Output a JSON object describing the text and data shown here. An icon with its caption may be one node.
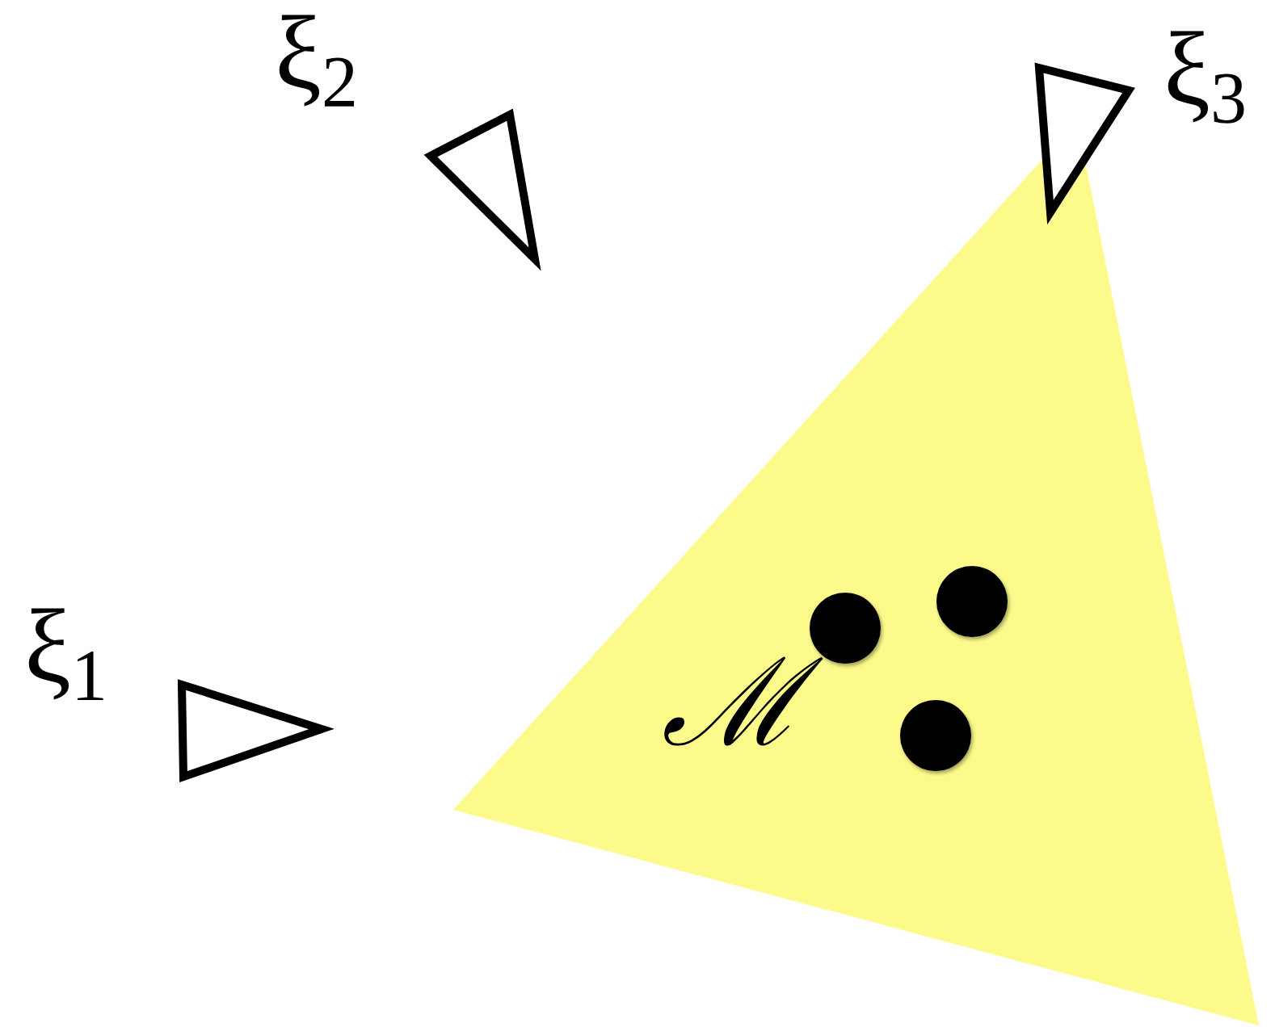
{
  "diagram": {
    "nodes": [
      {
        "text": [],
        "shape": "triangle",
        "beside": [
          "ξ$_{2}$"
        ]
      },
      {
        "text": [],
        "shape": "triangle",
        "beside": [
          "ξ$_{3}$"
        ]
      },
      {
        "text": [
          "ℳ"
        ]
      },
      {
        "text": [],
        "shape": "circle",
        "in": 2
      },
      {
        "text": [],
        "shape": "circle",
        "in": 2
      },
      {
        "text": [],
        "shape": "circle",
        "in": 2
      },
      {
        "text": [],
        "shape": "triangle",
        "beside": [
          "ξ$_{1}$"
        ]
      }
    ]
  }
}
